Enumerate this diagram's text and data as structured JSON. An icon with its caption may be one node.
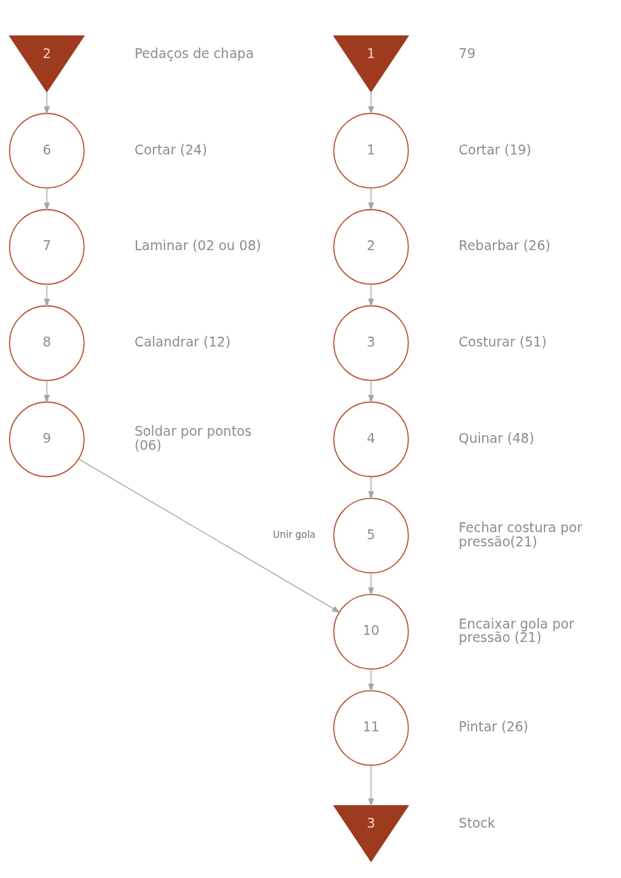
{
  "diagram": {
    "nodes": [
      {
        "text": [
          "2"
        ],
        "beside": [
          "Pedaços de chapa"
        ]
      },
      {
        "text": [
          "1"
        ],
        "beside": [
          "79"
        ]
      },
      {
        "text": [
          "6"
        ],
        "beside": [
          "Cortar (24)"
        ]
      },
      {
        "text": [
          "1"
        ],
        "beside": [
          "Cortar (19)"
        ]
      },
      {
        "text": [
          "7"
        ],
        "beside": [
          "Laminar (02 ou 08)"
        ]
      },
      {
        "text": [
          "2"
        ],
        "beside": [
          "Rebarbar (26)"
        ]
      },
      {
        "text": [
          "8"
        ],
        "beside": [
          "Calandrar (12)"
        ]
      },
      {
        "text": [
          "3"
        ],
        "beside": [
          "Costurar (51)"
        ]
      },
      {
        "text": [
          "9"
        ],
        "beside": [
          "Soldar por pontos (06)"
        ]
      },
      {
        "text": [
          "4"
        ],
        "beside": [
          "Quinar (48)"
        ]
      },
      {
        "text": [
          "5"
        ],
        "beside": [
          "Fechar costura por pressão(21)"
        ]
      },
      {
        "text": [
          "10"
        ],
        "beside": [
          "Encaixar gola por pressão (21)"
        ]
      },
      {
        "text": [
          "11"
        ],
        "beside": [
          "Pintar (26)"
        ]
      },
      {
        "text": [
          "3"
        ],
        "beside": [
          "Stock"
        ]
      }
    ],
    "edges": [
      {
        "from": 0,
        "to": 2,
        "arrow": "to"
      },
      {
        "from": 2,
        "to": 4,
        "arrow": "to"
      },
      {
        "from": 4,
        "to": 6,
        "arrow": "to"
      },
      {
        "from": 6,
        "to": 8,
        "arrow": "to"
      },
      {
        "from": 8,
        "to": 11,
        "arrow": "to",
        "label": "Unir gola"
      },
      {
        "from": 1,
        "to": 3,
        "arrow": "to"
      },
      {
        "from": 3,
        "to": 5,
        "arrow": "to"
      },
      {
        "from": 5,
        "to": 7,
        "arrow": "to"
      },
      {
        "from": 7,
        "to": 9,
        "arrow": "to"
      },
      {
        "from": 9,
        "to": 10,
        "arrow": "to"
      },
      {
        "from": 10,
        "to": 11,
        "arrow": "to"
      },
      {
        "from": 11,
        "to": 12,
        "arrow": "to"
      },
      {
        "from": 12,
        "to": 13,
        "arrow": "to"
      }
    ]
  }
}
